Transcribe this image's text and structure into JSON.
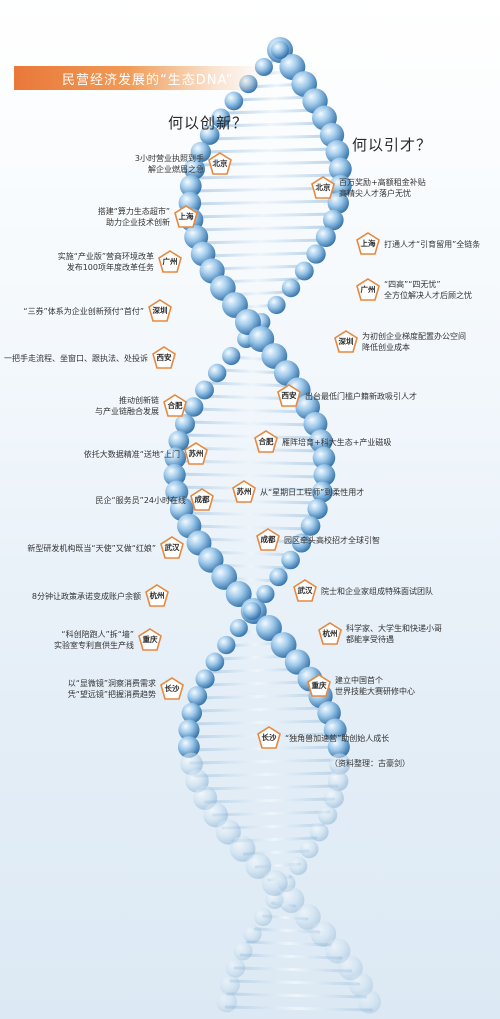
{
  "banner": {
    "title": "民营经济发展的“生态DNA”"
  },
  "headings": {
    "left": "何以创新？",
    "right": "何以引才？"
  },
  "left_items": [
    {
      "city": "北京",
      "text": [
        "3小时营业执照到手",
        "解企业燃眉之急"
      ]
    },
    {
      "city": "上海",
      "text": [
        "搭建“算力生态超市”",
        "助力企业技术创新"
      ]
    },
    {
      "city": "广州",
      "text": [
        "实施“产业版”营商环境改革",
        "发布100项年度改革任务"
      ]
    },
    {
      "city": "深圳",
      "text": [
        "“三券”体系为企业创新预付“首付”"
      ]
    },
    {
      "city": "西安",
      "text": [
        "一把手走流程、坐窗口、跟执法、处投诉"
      ]
    },
    {
      "city": "合肥",
      "text": [
        "推动创新链",
        "与产业链融合发展"
      ]
    },
    {
      "city": "苏州",
      "text": [
        "依托大数据精准“送地”上门"
      ]
    },
    {
      "city": "成都",
      "text": [
        "民企“服务员”24小时在线"
      ]
    },
    {
      "city": "武汉",
      "text": [
        "新型研发机构既当“天使”又做“红娘”"
      ]
    },
    {
      "city": "杭州",
      "text": [
        "8分钟让政策承诺变成账户余额"
      ]
    },
    {
      "city": "重庆",
      "text": [
        "“科创陪跑人”拆“墙”",
        "实验室专利直供生产线"
      ]
    },
    {
      "city": "长沙",
      "text": [
        "以“显微镜”洞察消费需求",
        "凭“望远镜”把握消费趋势"
      ]
    }
  ],
  "right_items": [
    {
      "city": "北京",
      "text": [
        "百万奖励+高额租金补贴",
        "高精尖人才落户无忧"
      ]
    },
    {
      "city": "上海",
      "text": [
        "打通人才“引育留用”全链条"
      ]
    },
    {
      "city": "广州",
      "text": [
        "“四高”“四无忧”",
        "全方位解决人才后顾之忧"
      ]
    },
    {
      "city": "深圳",
      "text": [
        "为初创企业梯度配置办公空间",
        "降低创业成本"
      ]
    },
    {
      "city": "西安",
      "text": [
        "出台最低门槛户籍新政吸引人才"
      ]
    },
    {
      "city": "合肥",
      "text": [
        "雁阵培育+科大生态+产业磁吸"
      ]
    },
    {
      "city": "苏州",
      "text": [
        "从“星期日工程师”到柔性用才"
      ]
    },
    {
      "city": "成都",
      "text": [
        "园区牵头高校招才全球引智"
      ]
    },
    {
      "city": "武汉",
      "text": [
        "院士和企业家组成特殊面试团队"
      ]
    },
    {
      "city": "杭州",
      "text": [
        "科学家、大学生和快递小哥",
        "都能享受待遇"
      ]
    },
    {
      "city": "重庆",
      "text": [
        "建立中国首个",
        "世界技能大赛研修中心"
      ]
    },
    {
      "city": "长沙",
      "text": [
        "“独角兽加速营”助创始人成长"
      ]
    }
  ],
  "credit": "（资料整理：古豪剑）",
  "colors": {
    "banner": "#e9783a",
    "pentagon_fill": "#ffffff",
    "pentagon_stroke": "#e7883f",
    "strand_light": "#eaf5fd",
    "strand_mid": "#7eb4de",
    "strand_dark": "#2f6fa8",
    "rung": "#d3e3f1"
  }
}
